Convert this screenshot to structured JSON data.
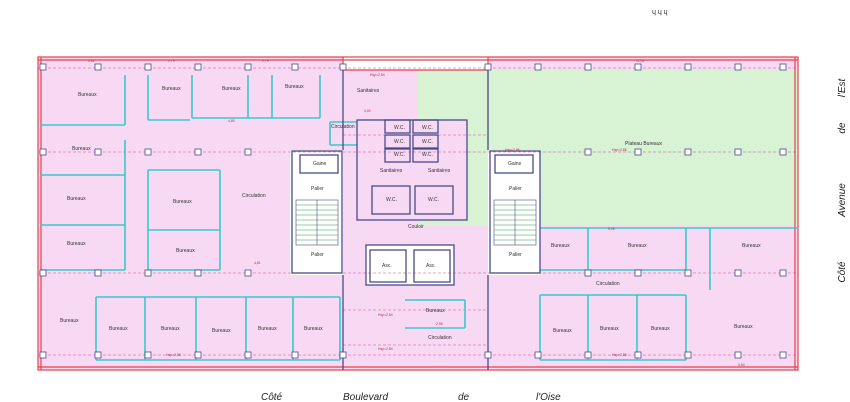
{
  "corner_mark": "ɥ ɥ ɥ",
  "colors": {
    "office_fill": "#f8d9f4",
    "open_fill": "#d8f2d4",
    "outer_wall": "#e4404c",
    "partition": "#38c9cc",
    "structure": "#4a4a8a",
    "dashed": "#d04a9a",
    "text": "#222222"
  },
  "streets": {
    "bottom": [
      "Côté",
      "Boulevard",
      "de",
      "l'Oise"
    ],
    "right": [
      "l'Est",
      "de",
      "Avenue",
      "Côté"
    ]
  },
  "rooms": {
    "bureaux": "Bureaux",
    "plateau": "Plateau Bureaux",
    "circulation": "Circulation",
    "sanitaires": "Sanitaires",
    "wc": "W.C.",
    "gaine": "Gaine",
    "palier": "Palier",
    "couloir": "Couloir",
    "asc": "Asc."
  },
  "dims": {
    "hsp_a": "Hsp=2,84",
    "hsp_b": "Hsp=2,86",
    "d1": "4,82",
    "d2": "2,79",
    "d3": "4,80",
    "d4": "2,79",
    "d5": "4,81",
    "d6": "3,00",
    "d7": "5,06",
    "d8": "2,95",
    "d9": "11,65",
    "d10": "5,54"
  }
}
